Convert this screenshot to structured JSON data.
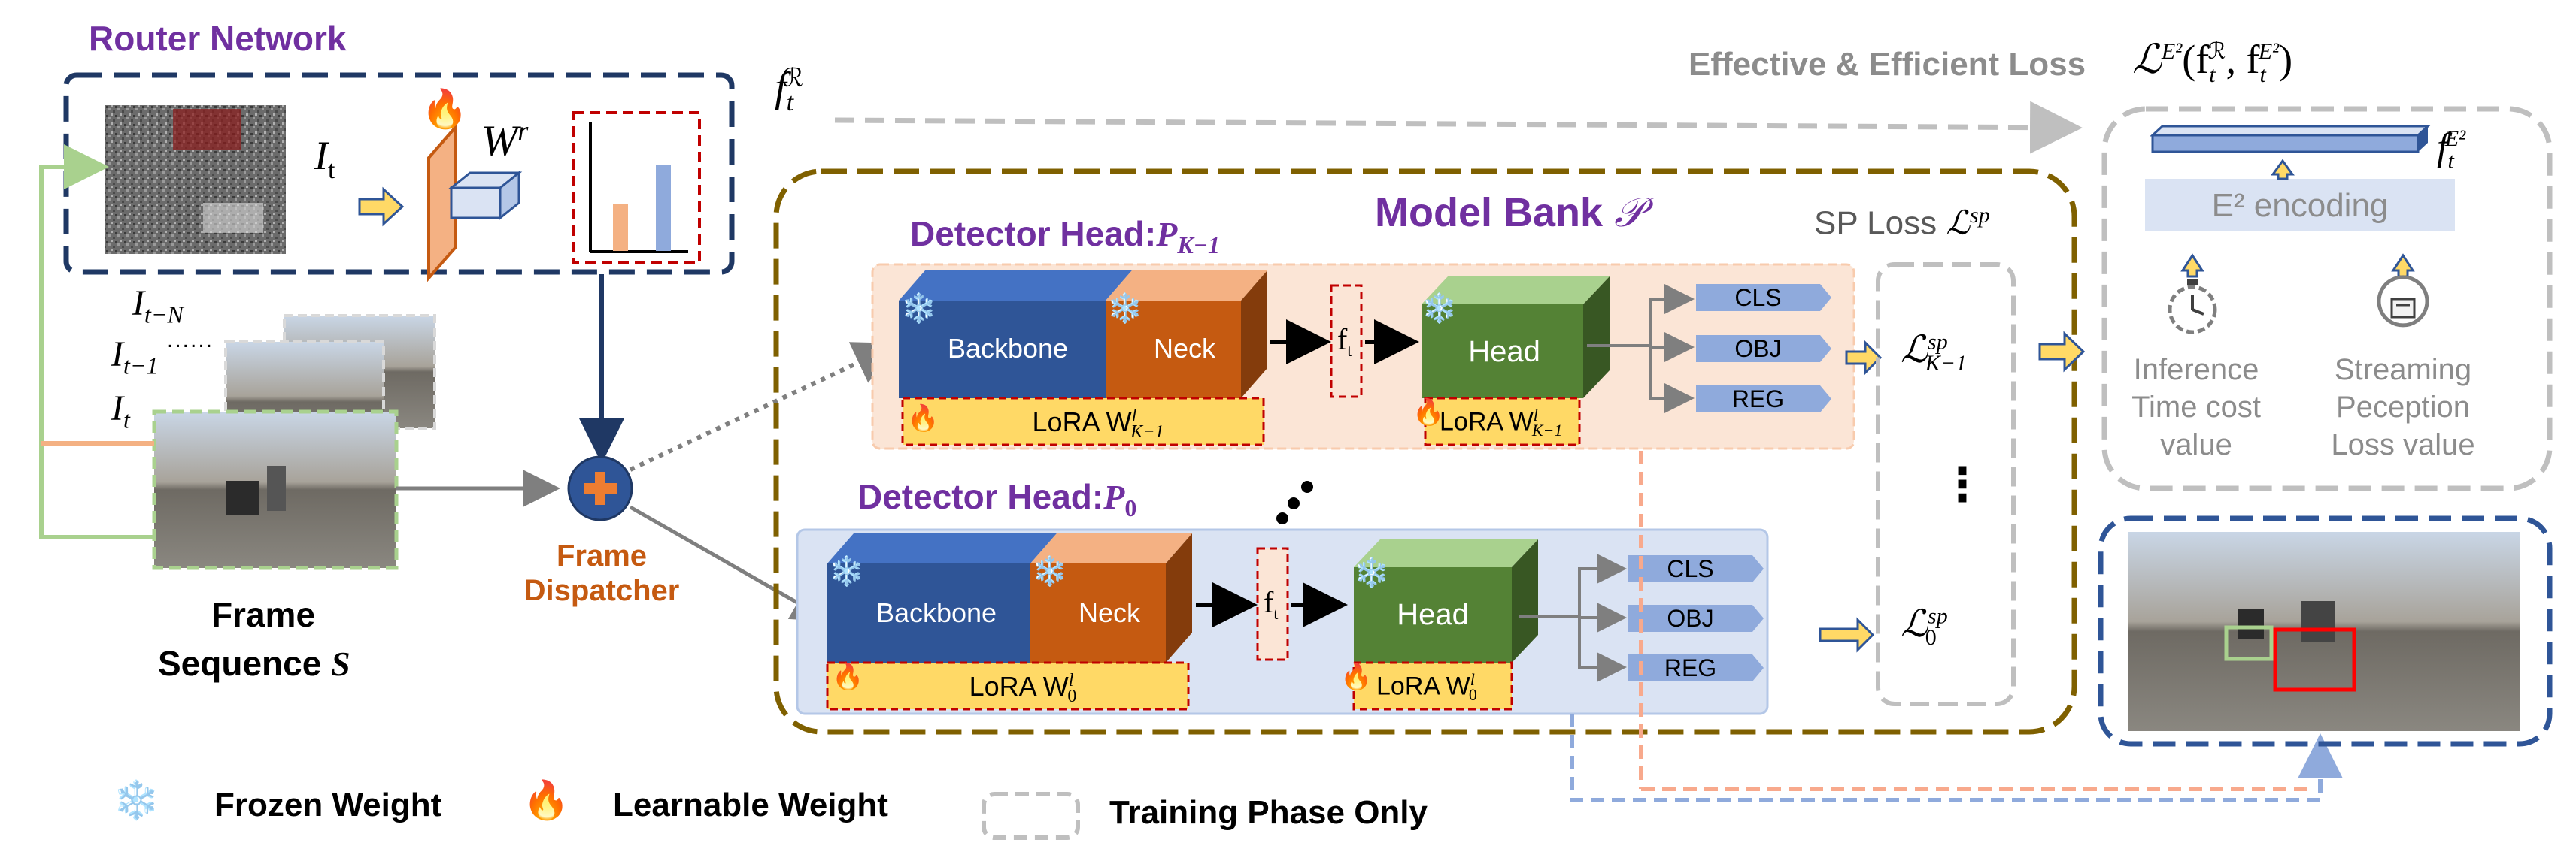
{
  "router": {
    "title": "Router Network",
    "input_symbol": "I",
    "input_sub": "t",
    "weight_symbol": "W",
    "weight_sup": "r"
  },
  "frames": {
    "labels": [
      {
        "base": "I",
        "sub": "t−N"
      },
      {
        "base": "I",
        "sub": "t−1"
      },
      {
        "base": "I",
        "sub": "t"
      }
    ],
    "dots": "......",
    "caption_line1": "Frame",
    "caption_line2": "Sequence",
    "caption_symbol": "S"
  },
  "dispatcher": {
    "line1": "Frame",
    "line2": "Dispatcher",
    "plus": "+"
  },
  "feature": {
    "base": "f",
    "sub": "t",
    "sup": "ℛ"
  },
  "model_bank": {
    "title": "Model Bank",
    "symbol": "𝒫"
  },
  "detector_top": {
    "title": "Detector Head:",
    "symbol": "P",
    "sub": "K−1",
    "backbone": "Backbone",
    "neck": "Neck",
    "head": "Head",
    "f": "f",
    "f_sub": "t",
    "lora_main": "LoRA W",
    "lora_main_sup": "l",
    "lora_main_sub": "K−1",
    "lora_head": "LoRA W",
    "lora_head_sup": "l",
    "lora_head_sub": "K−1",
    "outputs": [
      "CLS",
      "OBJ",
      "REG"
    ]
  },
  "detector_bottom": {
    "title": "Detector Head:",
    "symbol": "P",
    "sub": "0",
    "backbone": "Backbone",
    "neck": "Neck",
    "head": "Head",
    "f": "f",
    "f_sub": "t",
    "lora_main": "LoRA W",
    "lora_main_sup": "l",
    "lora_main_sub": "0",
    "lora_head": "LoRA W",
    "lora_head_sup": "l",
    "lora_head_sub": "0",
    "outputs": [
      "CLS",
      "OBJ",
      "REG"
    ]
  },
  "sp_loss": {
    "title": "SP Loss",
    "symbol": "ℒ",
    "sup": "sp",
    "top_sub": "K−1",
    "bottom_sub": "0",
    "vdots": "⋮"
  },
  "efficient_loss": {
    "title": "Effective & Efficient Loss",
    "formula": "ℒ",
    "formula_sup": "E²",
    "formula_args": "(f",
    "arg1_sub": "t",
    "arg1_sup": "ℛ",
    "arg2_sub": "t",
    "arg2_sup": "E²",
    "encoding": "E² encoding",
    "output_base": "f",
    "output_sub": "t",
    "output_sup": "E²",
    "left_col": [
      "Inference",
      "Time cost",
      "value"
    ],
    "right_col": [
      "Streaming",
      "Peception",
      "Loss value"
    ]
  },
  "legend": {
    "frozen": "Frozen Weight",
    "learnable": "Learnable Weight",
    "training": "Training Phase Only"
  },
  "colors": {
    "router_border": "#1f3864",
    "bank_border": "#7f6000",
    "backbone": "#2f5597",
    "neck": "#c55a11",
    "head": "#548235",
    "lora": "#ffd966",
    "output": "#8faadc",
    "dashed_grey": "#bfbfbf",
    "title_purple": "#7030a0",
    "dispatcher_orange": "#c55a11"
  },
  "icons": [
    "snowflake-icon",
    "flame-icon",
    "clock-icon",
    "settings-icon",
    "plus-icon"
  ]
}
